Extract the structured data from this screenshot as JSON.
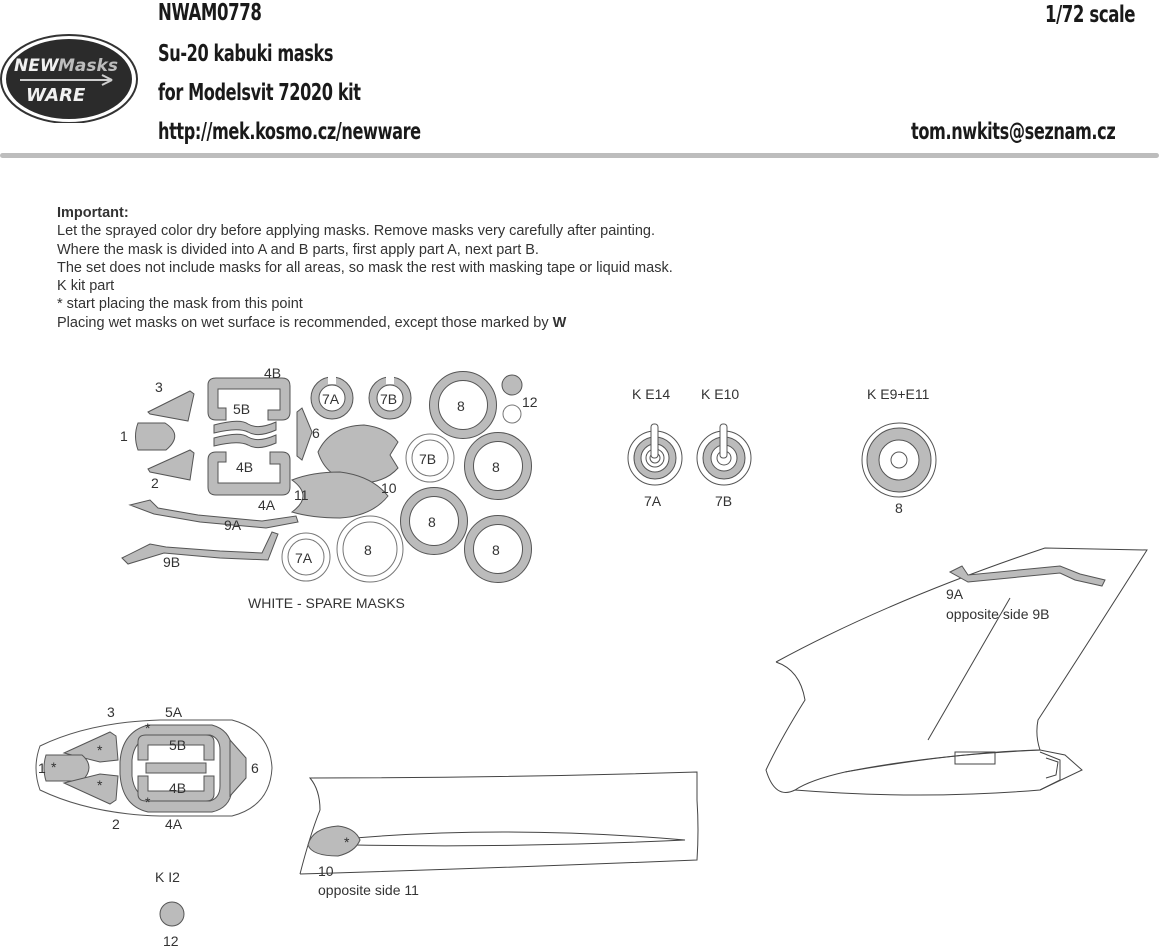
{
  "header": {
    "product_code": "NWAM0778",
    "title": "Su-20 kabuki masks",
    "subtitle": "for Modelsvit 72020 kit",
    "url": "http://mek.kosmo.cz/newware",
    "scale": "1/72 scale",
    "email": "tom.nwkits@seznam.cz",
    "logo": {
      "line1": "NEW",
      "line2": "Masks",
      "line3": "WARE"
    }
  },
  "notes": {
    "heading": "Important:",
    "lines": [
      "Let the sprayed color dry before applying masks. Remove masks very carefully after painting.",
      "Where the mask is divided into A and B parts, first apply part A, next part B.",
      "The set does not include masks for all areas, so mask the rest with masking tape or liquid mask.",
      "K kit part",
      "*  start placing the mask from this point",
      "Placing wet masks on wet surface is recommended, except those marked by"
    ],
    "dry_symbol": "W"
  },
  "sheet": {
    "labels": {
      "l1": "1",
      "l2": "2",
      "l3": "3",
      "l4a": "4A",
      "l4b": "4B",
      "l4b_top": "4B",
      "l5b": "5B",
      "l6": "6",
      "l7a": "7A",
      "l7b": "7B",
      "l7b2": "7B",
      "l7a2": "7A",
      "l8": "8",
      "l9a": "9A",
      "l9b": "9B",
      "l10": "10",
      "l11": "11",
      "l12": "12"
    },
    "spare_caption": "WHITE - SPARE MASKS"
  },
  "wheels": {
    "e14": {
      "label": "K E14",
      "mask": "7A"
    },
    "e10": {
      "label": "K E10",
      "mask": "7B"
    },
    "e9": {
      "label": "K E9+E11",
      "mask": "8"
    }
  },
  "tail": {
    "label": "9A",
    "note": "opposite side 9B"
  },
  "canopy": {
    "l1": "1",
    "l2": "2",
    "l3": "3",
    "l4a": "4A",
    "l4b": "4B",
    "l5a": "5A",
    "l5b": "5B",
    "l6": "6",
    "star": "*"
  },
  "fuselage": {
    "label": "10",
    "note": "opposite side 11",
    "star": "*"
  },
  "light": {
    "label": "K I2",
    "mask": "12"
  },
  "colors": {
    "mask": "#bbbbbb",
    "outline": "#555555",
    "separator": "#bdbdbd"
  }
}
